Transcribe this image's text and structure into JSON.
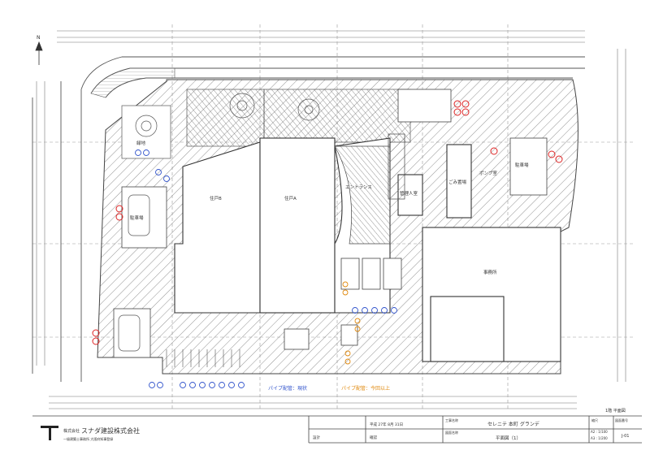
{
  "plan": {
    "room_labels": {
      "garden": "緑地",
      "lobby": "エントランス",
      "unit_b": "住戸B",
      "unit_a": "住戸A",
      "management": "管理人室",
      "trash": "ごみ置場",
      "office": "事務所",
      "parking_1": "駐車場",
      "parking_2": "駐車場",
      "pump": "ポンプ室"
    },
    "legend": {
      "existing": "パイプ配管：現状",
      "upgrade": "パイプ配管：今回以上"
    },
    "north_mark": "N",
    "floor_caption": "1階 平面図"
  },
  "title_block": {
    "company_prefix": "株式会社",
    "company_name": "スナダ建設株式会社",
    "company_sub": "一級建築士事務所 大阪府知事登録",
    "project_label": "工事名称",
    "project_name": "セレニテ 本町 グランデ",
    "drawing_label": "図面名称",
    "drawing_name": "平面図（1）",
    "scale_label": "縮尺",
    "scale_a2": "A2 : 1/100",
    "scale_a3": "A3 : 1/200",
    "sheet_label": "図面番号",
    "sheet_no": "J-01",
    "design_label": "設計",
    "check_label": "確認",
    "date_text": "平成 27年 8月 31日"
  },
  "colors": {
    "line": "#555555",
    "blue_mark": "#3355cc",
    "red_mark": "#dd2222",
    "orange_mark": "#e08a10"
  }
}
